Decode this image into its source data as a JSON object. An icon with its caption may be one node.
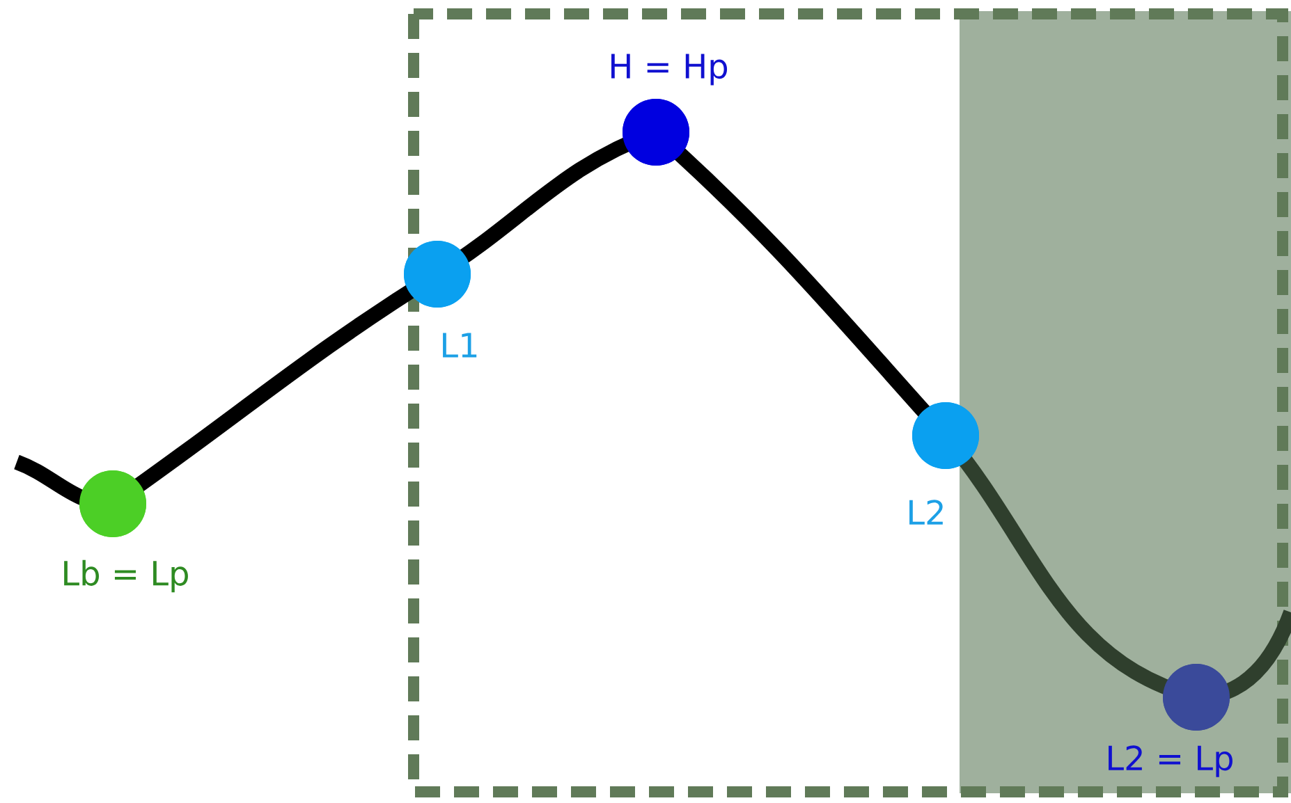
{
  "diagram": {
    "nodes": [
      {
        "text": [],
        "shape": "circle",
        "beside": [
          "Lb = Lp"
        ]
      },
      {
        "text": [],
        "shape": "circle",
        "beside": [
          "L1"
        ]
      },
      {
        "text": [],
        "shape": "circle",
        "beside": [
          "H = Hp"
        ]
      },
      {
        "text": [],
        "shape": "circle",
        "beside": [
          "L2"
        ]
      },
      {
        "text": [],
        "shape": "circle",
        "beside": [
          "L2 = Lp"
        ]
      }
    ],
    "edges": [
      {
        "from": 0,
        "to": 1,
        "arrow": "none"
      },
      {
        "from": 1,
        "to": 2,
        "arrow": "none"
      },
      {
        "from": 2,
        "to": 3,
        "arrow": "none"
      },
      {
        "from": 3,
        "to": 4,
        "arrow": "none",
        "color": "#2f3f2d"
      }
    ]
  }
}
